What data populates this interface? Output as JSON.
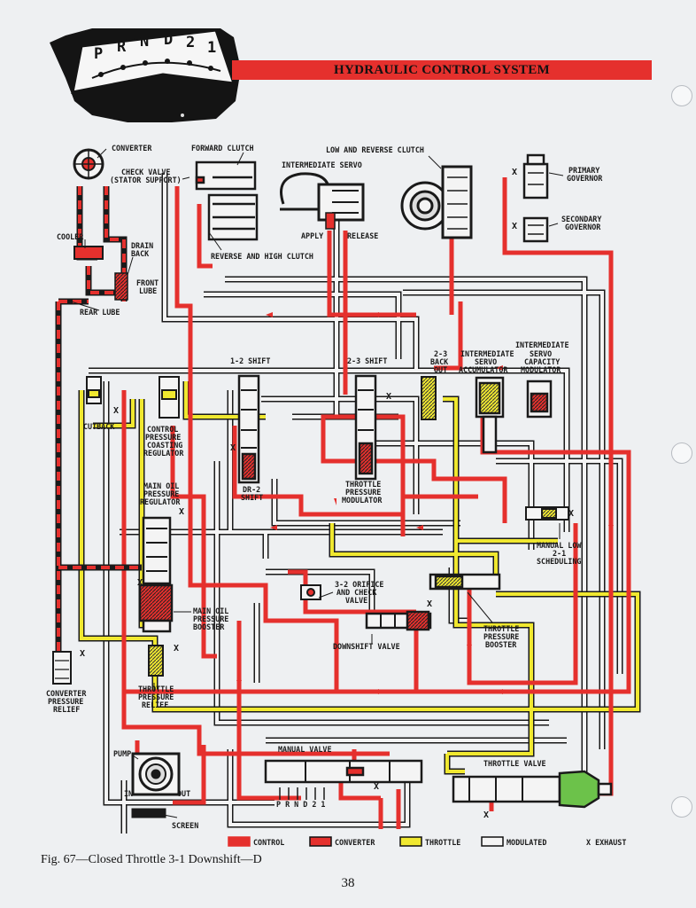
{
  "header": {
    "selector_letters": [
      "P",
      "R",
      "N",
      "D",
      "2",
      "1"
    ],
    "title": "HYDRAULIC CONTROL SYSTEM"
  },
  "labels": {
    "converter": "CONVERTER",
    "check_valve": "CHECK VALVE",
    "stator_support": "(STATOR SUPPORT)",
    "forward_clutch": "FORWARD CLUTCH",
    "low_reverse_clutch": "LOW AND REVERSE CLUTCH",
    "intermediate_servo": "INTERMEDIATE SERVO",
    "apply": "APPLY",
    "release": "RELEASE",
    "reverse_high_clutch": "REVERSE AND HIGH CLUTCH",
    "primary_governor_1": "PRIMARY",
    "primary_governor_2": "GOVERNOR",
    "secondary_governor_1": "SECONDARY",
    "secondary_governor_2": "GOVERNOR",
    "cooler": "COOLER",
    "drain_back_1": "DRAIN",
    "drain_back_2": "BACK",
    "front_lube_1": "FRONT",
    "front_lube_2": "LUBE",
    "rear_lube": "REAR LUBE",
    "shift_12": "1-2 SHIFT",
    "shift_23": "2-3 SHIFT",
    "backout_1": "2-3",
    "backout_2": "BACK",
    "backout_3": "OUT",
    "int_servo_acc_1": "INTERMEDIATE",
    "int_servo_acc_2": "SERVO",
    "int_servo_acc_3": "ACCUMULATOR",
    "int_servo_cap_1": "INTERMEDIATE",
    "int_servo_cap_2": "SERVO",
    "int_servo_cap_3": "CAPACITY",
    "int_servo_cap_4": "MODULATOR",
    "cutback": "CUTBACK",
    "cpcr_1": "CONTROL",
    "cpcr_2": "PRESSURE",
    "cpcr_3": "COASTING",
    "cpcr_4": "REGULATOR",
    "dr2_1": "DR-2",
    "dr2_2": "SHIFT",
    "tpm_1": "THROTTLE",
    "tpm_2": "PRESSURE",
    "tpm_3": "MODULATOR",
    "mopr_1": "MAIN OIL",
    "mopr_2": "PRESSURE",
    "mopr_3": "REGULATOR",
    "manual_low_1": "MANUAL LOW",
    "manual_low_2": "2-1",
    "manual_low_3": "SCHEDULING",
    "orifice_1": "3-2 ORIFICE",
    "orifice_2": "AND CHECK",
    "orifice_3": "VALVE",
    "mopb_1": "MAIN OIL",
    "mopb_2": "PRESSURE",
    "mopb_3": "BOOSTER",
    "downshift_valve": "DOWNSHIFT VALVE",
    "tpb_1": "THROTTLE",
    "tpb_2": "PRESSURE",
    "tpb_3": "BOOSTER",
    "cpr_1": "CONVERTER",
    "cpr_2": "PRESSURE",
    "cpr_3": "RELIEF",
    "tpr_1": "THROTTLE",
    "tpr_2": "PRESSURE",
    "tpr_3": "RELIEF",
    "manual_valve": "MANUAL VALVE",
    "manual_prnd": "P R N D 2 1",
    "throttle_valve": "THROTTLE VALVE",
    "pump": "PUMP",
    "pump_in": "IN",
    "pump_out": "OUT",
    "screen": "SCREEN",
    "exhaust_mark": "X"
  },
  "legend": [
    {
      "label": "CONTROL",
      "fill": "#e5302d",
      "border": "#e5302d"
    },
    {
      "label": "CONVERTER",
      "fill": "#e5302d",
      "border": "#111111"
    },
    {
      "label": "THROTTLE",
      "fill": "#f0e830",
      "border": "#111111"
    },
    {
      "label": "MODULATED",
      "fill": "#f4f4f4",
      "border": "#111111"
    }
  ],
  "legend_exhaust": "X EXHAUST",
  "caption": "Fig. 67—Closed Throttle 3-1 Downshift—D",
  "page_number": "38",
  "colors": {
    "control": "#e5302d",
    "throttle": "#f0e830",
    "line": "#1a1a1a",
    "banner": "#e5302d"
  }
}
